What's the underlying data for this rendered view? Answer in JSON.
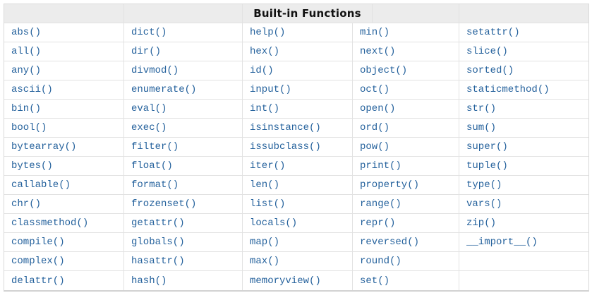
{
  "table": {
    "title": "Built-in Functions",
    "column_count": 5,
    "rows": [
      [
        "abs()",
        "dict()",
        "help()",
        "min()",
        "setattr()"
      ],
      [
        "all()",
        "dir()",
        "hex()",
        "next()",
        "slice()"
      ],
      [
        "any()",
        "divmod()",
        "id()",
        "object()",
        "sorted()"
      ],
      [
        "ascii()",
        "enumerate()",
        "input()",
        "oct()",
        "staticmethod()"
      ],
      [
        "bin()",
        "eval()",
        "int()",
        "open()",
        "str()"
      ],
      [
        "bool()",
        "exec()",
        "isinstance()",
        "ord()",
        "sum()"
      ],
      [
        "bytearray()",
        "filter()",
        "issubclass()",
        "pow()",
        "super()"
      ],
      [
        "bytes()",
        "float()",
        "iter()",
        "print()",
        "tuple()"
      ],
      [
        "callable()",
        "format()",
        "len()",
        "property()",
        "type()"
      ],
      [
        "chr()",
        "frozenset()",
        "list()",
        "range()",
        "vars()"
      ],
      [
        "classmethod()",
        "getattr()",
        "locals()",
        "repr()",
        "zip()"
      ],
      [
        "compile()",
        "globals()",
        "map()",
        "reversed()",
        "__import__()"
      ],
      [
        "complex()",
        "hasattr()",
        "max()",
        "round()",
        ""
      ],
      [
        "delattr()",
        "hash()",
        "memoryview()",
        "set()",
        ""
      ]
    ]
  },
  "colors": {
    "link": "#24619c",
    "header_bg": "#ececec",
    "border": "#e2e2e2",
    "outer_border": "#d9d9d9",
    "header_text": "#111111"
  }
}
